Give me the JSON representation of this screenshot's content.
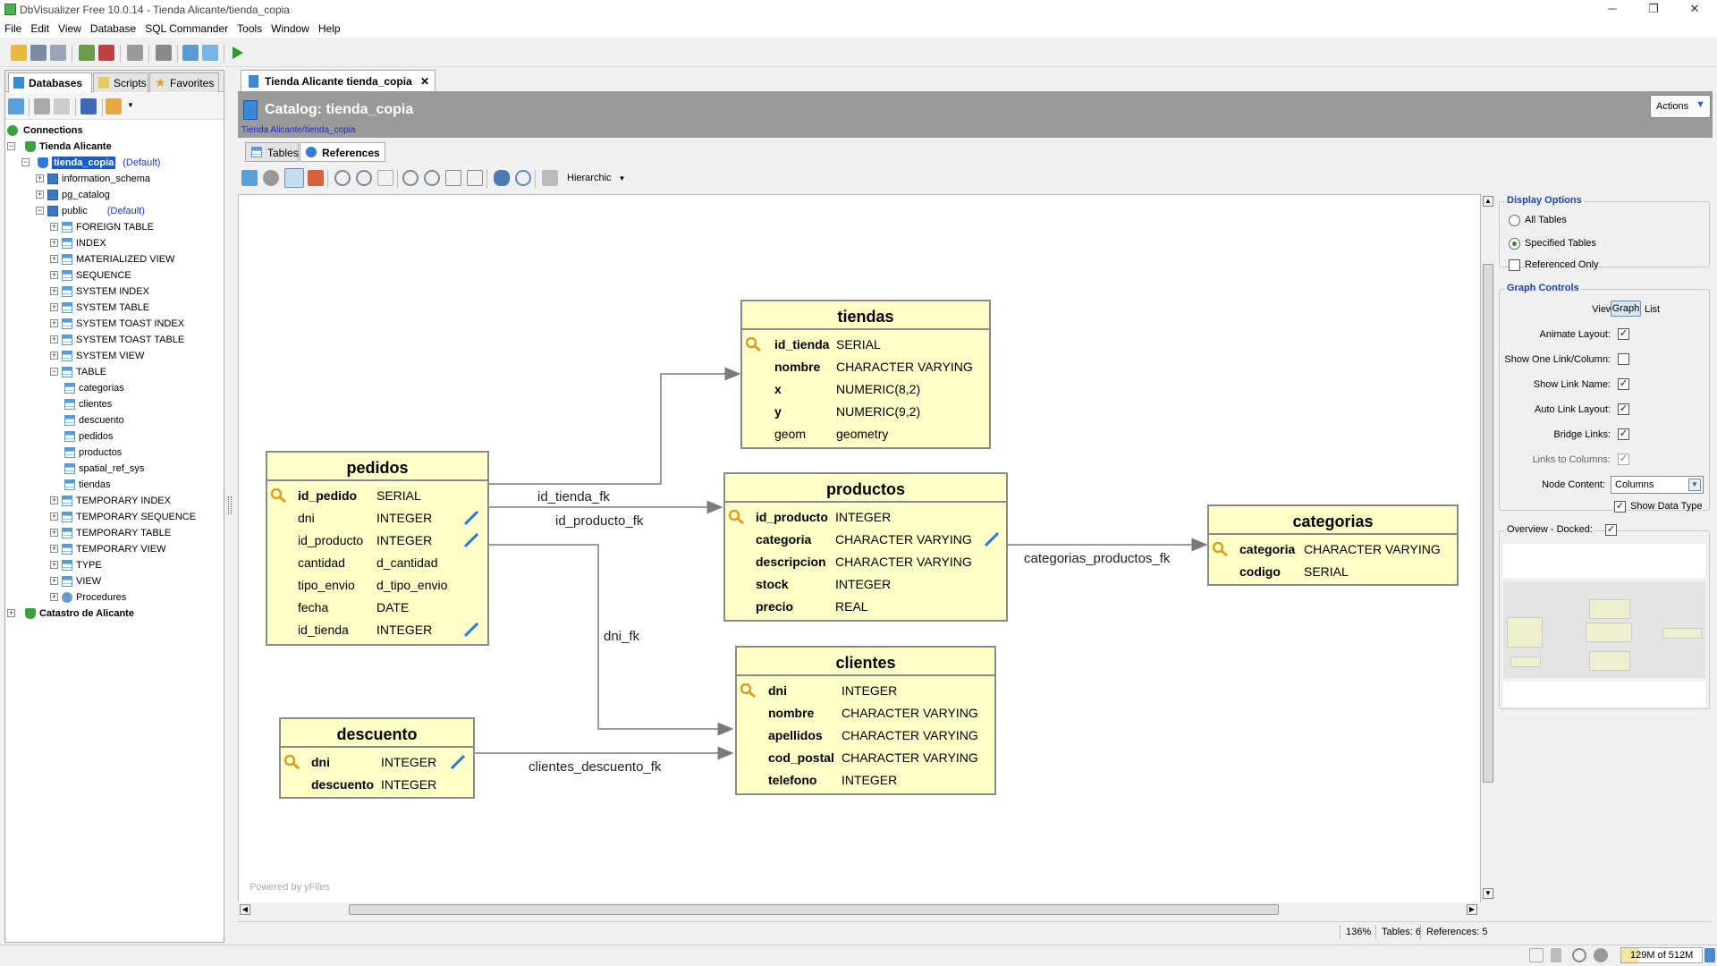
{
  "window": {
    "title": "DbVisualizer Free 10.0.14 - Tienda Alicante/tienda_copia",
    "minimize": "─",
    "restore": "❐",
    "close": "✕"
  },
  "menu": [
    "File",
    "Edit",
    "View",
    "Database",
    "SQL Commander",
    "Tools",
    "Window",
    "Help"
  ],
  "left_tabs": {
    "databases": "Databases",
    "scripts": "Scripts",
    "favorites": "Favorites"
  },
  "tree": {
    "connections": "Connections",
    "tienda_alicante": "Tienda Alicante",
    "tienda_copia": "tienda_copia",
    "default": "(Default)",
    "information_schema": "information_schema",
    "pg_catalog": "pg_catalog",
    "public": "public",
    "object_types": [
      "FOREIGN TABLE",
      "INDEX",
      "MATERIALIZED VIEW",
      "SEQUENCE",
      "SYSTEM INDEX",
      "SYSTEM TABLE",
      "SYSTEM TOAST INDEX",
      "SYSTEM TOAST TABLE",
      "SYSTEM VIEW"
    ],
    "table": "TABLE",
    "tables": [
      "categorias",
      "clientes",
      "descuento",
      "pedidos",
      "productos",
      "spatial_ref_sys",
      "tiendas"
    ],
    "after_types": [
      "TEMPORARY INDEX",
      "TEMPORARY SEQUENCE",
      "TEMPORARY TABLE",
      "TEMPORARY VIEW",
      "TYPE",
      "VIEW"
    ],
    "procedures": "Procedures",
    "catastro": "Catastro de Alicante"
  },
  "doc_tab": {
    "label": "Tienda Alicante tienda_copia",
    "close": "✕"
  },
  "catalog": {
    "title": "Catalog: tienda_copia",
    "path": "Tienda Alicante/tienda_copia",
    "actions": "Actions"
  },
  "sub_tabs": {
    "tables": "Tables",
    "references": "References"
  },
  "graph_toolbar": {
    "layout": "Hierarchic"
  },
  "powered": "Powered by yFiles",
  "entities": {
    "tiendas": {
      "name": "tiendas",
      "rows": [
        {
          "col": "id_tienda",
          "type": "SERIAL",
          "pk": true,
          "bold": true
        },
        {
          "col": "nombre",
          "type": "CHARACTER VARYING",
          "bold": true
        },
        {
          "col": "x",
          "type": "NUMERIC(8,2)",
          "bold": true
        },
        {
          "col": "y",
          "type": "NUMERIC(9,2)",
          "bold": true
        },
        {
          "col": "geom",
          "type": "geometry",
          "bold": false
        }
      ]
    },
    "pedidos": {
      "name": "pedidos",
      "rows": [
        {
          "col": "id_pedido",
          "type": "SERIAL",
          "pk": true,
          "bold": true
        },
        {
          "col": "dni",
          "type": "INTEGER",
          "fk": true
        },
        {
          "col": "id_producto",
          "type": "INTEGER",
          "fk": true
        },
        {
          "col": "cantidad",
          "type": "d_cantidad"
        },
        {
          "col": "tipo_envio",
          "type": "d_tipo_envio"
        },
        {
          "col": "fecha",
          "type": "DATE"
        },
        {
          "col": "id_tienda",
          "type": "INTEGER",
          "fk": true
        }
      ]
    },
    "productos": {
      "name": "productos",
      "rows": [
        {
          "col": "id_producto",
          "type": "INTEGER",
          "pk": true,
          "bold": true
        },
        {
          "col": "categoria",
          "type": "CHARACTER VARYING",
          "bold": true,
          "fk": true
        },
        {
          "col": "descripcion",
          "type": "CHARACTER VARYING",
          "bold": true
        },
        {
          "col": "stock",
          "type": "INTEGER",
          "bold": true
        },
        {
          "col": "precio",
          "type": "REAL",
          "bold": true
        }
      ]
    },
    "categorias": {
      "name": "categorias",
      "rows": [
        {
          "col": "categoria",
          "type": "CHARACTER VARYING",
          "pk": true,
          "bold": true
        },
        {
          "col": "codigo",
          "type": "SERIAL",
          "bold": true
        }
      ]
    },
    "clientes": {
      "name": "clientes",
      "rows": [
        {
          "col": "dni",
          "type": "INTEGER",
          "pk": true,
          "bold": true
        },
        {
          "col": "nombre",
          "type": "CHARACTER VARYING",
          "bold": true
        },
        {
          "col": "apellidos",
          "type": "CHARACTER VARYING",
          "bold": true
        },
        {
          "col": "cod_postal",
          "type": "CHARACTER VARYING",
          "bold": true
        },
        {
          "col": "telefono",
          "type": "INTEGER",
          "bold": true
        }
      ]
    },
    "descuento": {
      "name": "descuento",
      "rows": [
        {
          "col": "dni",
          "type": "INTEGER",
          "pk": true,
          "bold": true,
          "fk": true
        },
        {
          "col": "descuento",
          "type": "INTEGER",
          "bold": true
        }
      ]
    }
  },
  "edges": {
    "id_tienda_fk": "id_tienda_fk",
    "id_producto_fk": "id_producto_fk",
    "dni_fk": "dni_fk",
    "categorias_productos_fk": "categorias_productos_fk",
    "clientes_descuento_fk": "clientes_descuento_fk"
  },
  "display_options": {
    "title": "Display Options",
    "all": "All Tables",
    "specified": "Specified Tables",
    "referenced": "Referenced Only",
    "selected": "specified"
  },
  "graph_controls": {
    "title": "Graph Controls",
    "view_label": "View:",
    "graph": "Graph",
    "list": "List",
    "animate": "Animate Layout:",
    "one_link": "Show One Link/Column:",
    "link_name": "Show Link Name:",
    "auto_link": "Auto Link Layout:",
    "bridge": "Bridge Links:",
    "links_cols": "Links to Columns:",
    "node_content": "Node Content:",
    "node_value": "Columns",
    "show_type": "Show Data Type",
    "checks": {
      "animate": true,
      "one_link": false,
      "link_name": true,
      "auto_link": true,
      "bridge": true,
      "links_cols": true,
      "show_type": true
    }
  },
  "overview": {
    "title": "Overview - Docked:",
    "docked": true
  },
  "status": {
    "zoom": "136%",
    "tables": "Tables: 6",
    "references": "References: 5"
  },
  "memory": "129M of 512M",
  "colors": {
    "node_fill": "#ffffc8",
    "node_border": "#8a8a8a",
    "accent": "#1a46a8",
    "selection": "#1a5ad6"
  }
}
